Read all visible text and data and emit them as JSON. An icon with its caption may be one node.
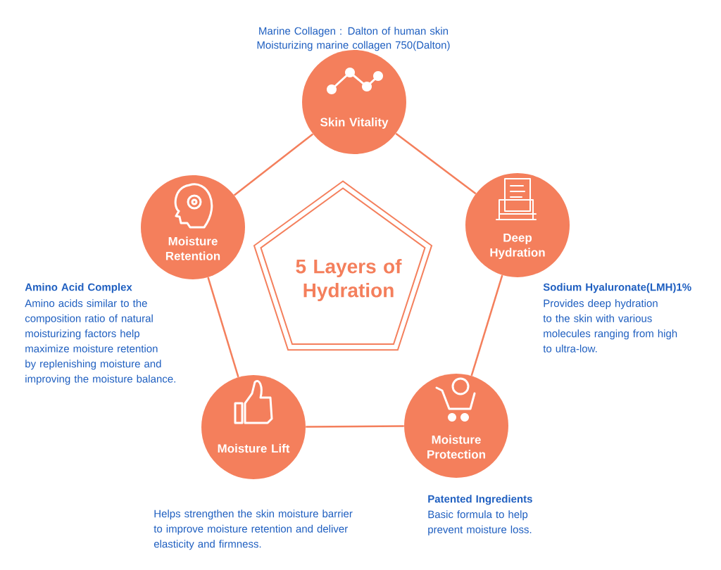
{
  "diagram": {
    "nodes": [
      {
        "text": [
          "Skin Vitality"
        ],
        "beside": [
          "Marine Collagen : Dalton of human skin",
          "Moisturizing marine collagen 750(Dalton)"
        ]
      },
      {
        "text": [
          "Deep Hydration"
        ],
        "beside": [
          "Sodium Hyaluronate(LMH)1%",
          "Provides deep hydration to the skin with various molecules ranging from high to ultra-low."
        ]
      },
      {
        "text": [
          "Moisture Protection"
        ],
        "beside": [
          "Patented Ingredients",
          "Basic formula to help prevent moisture loss."
        ]
      },
      {
        "text": [
          "Moisture Lift"
        ],
        "beside": [
          "Helps strengthen the skin moisture barrier to improve moisture retention and deliver elasticity and firmness."
        ]
      },
      {
        "text": [
          "Moisture Retention"
        ],
        "beside": [
          "Amino Acid Complex",
          "Amino acids similar to the composition ratio of natural moisturizing factors help maximize moisture retention by replenishing moisture and improving the moisture balance."
        ]
      },
      {
        "text": [
          "5 Layers of Hydration"
        ]
      }
    ],
    "edges": [
      {
        "from": 0,
        "to": 1,
        "arrow": "none"
      },
      {
        "from": 1,
        "to": 2,
        "arrow": "none"
      },
      {
        "from": 2,
        "to": 3,
        "arrow": "none"
      },
      {
        "from": 3,
        "to": 4,
        "arrow": "none"
      },
      {
        "from": 4,
        "to": 0,
        "arrow": "none"
      }
    ]
  }
}
